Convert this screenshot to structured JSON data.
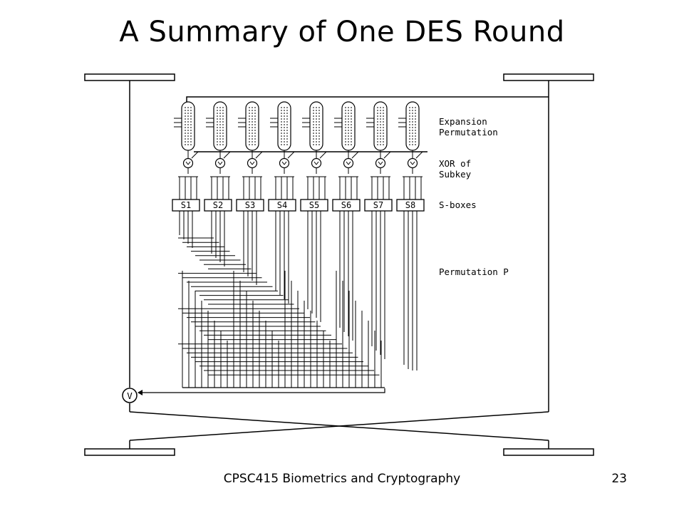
{
  "title": "A Summary of One DES Round",
  "labels": {
    "expansion": [
      "Expansion",
      "Permutation"
    ],
    "xor": [
      "XOR of",
      "Subkey"
    ],
    "sboxes": "S-boxes",
    "permutation": "Permutation P",
    "xor_symbol": "V"
  },
  "sbox_names": [
    "S1",
    "S2",
    "S3",
    "S4",
    "S5",
    "S6",
    "S7",
    "S8"
  ],
  "footer": {
    "course": "CPSC415 Biometrics and Cryptography",
    "page": "23"
  }
}
